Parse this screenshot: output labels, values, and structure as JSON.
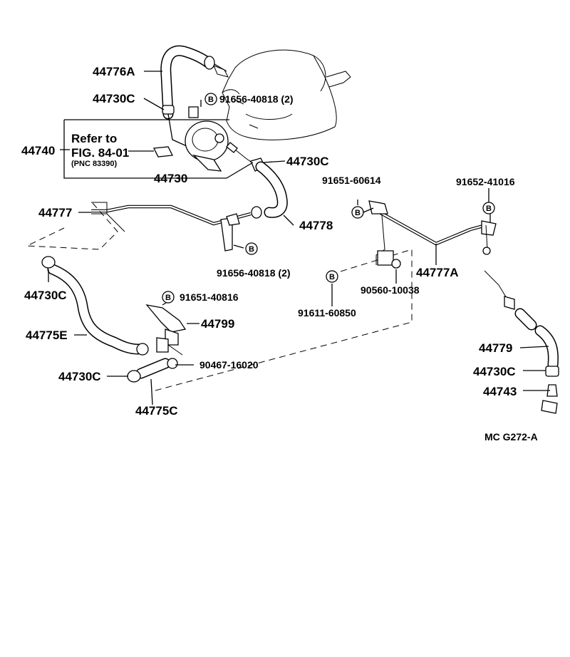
{
  "labels": {
    "p44776A": "44776A",
    "p44730C_top": "44730C",
    "b_9165640818_top": "91656-40818 (2)",
    "refer_to": "Refer to",
    "fig": "FIG. 84-01",
    "pnc": "(PNC 83390)",
    "p44740": "44740",
    "p44730C_mid": "44730C",
    "p44730": "44730",
    "p44777": "44777",
    "p44778": "44778",
    "b_9165640818_bot": "91656-40818 (2)",
    "p44730C_left": "44730C",
    "b_9165140816": "91651-40816",
    "p44799": "44799",
    "p44775E": "44775E",
    "p9046716020": "90467-16020",
    "p44730C_low": "44730C",
    "p44775C": "44775C",
    "p9165160614": "91651-60614",
    "p9165241016": "91652-41016",
    "p44777A": "44777A",
    "p9056010038": "90560-10038",
    "p9161160850": "91611-60850",
    "p44779": "44779",
    "p44730C_right": "44730C",
    "p44743": "44743",
    "figure_code": "MC  G272-A"
  },
  "badge_letter": "B",
  "colors": {
    "ink": "#000000",
    "paper": "#ffffff"
  }
}
